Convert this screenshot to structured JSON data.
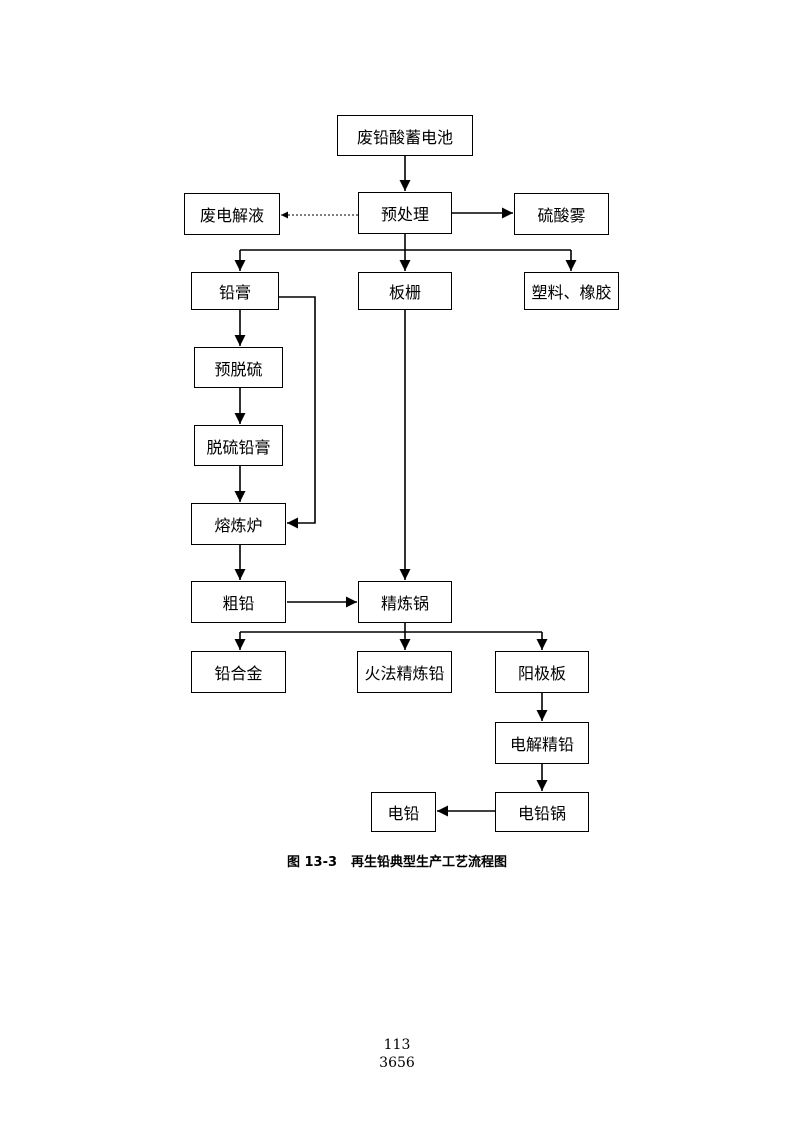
{
  "nodes": {
    "waste_battery": "废铅酸蓄电池",
    "pretreatment": "预处理",
    "waste_electrolyte": "废电解液",
    "sulfuric_mist": "硫酸雾",
    "lead_paste": "铅膏",
    "grid": "板栅",
    "plastic_rubber": "塑料、橡胶",
    "pre_desulfurization": "预脱硫",
    "desulfurized_paste": "脱硫铅膏",
    "smelting_furnace": "熔炼炉",
    "crude_lead": "粗铅",
    "refining_pot": "精炼锅",
    "lead_alloy": "铅合金",
    "fire_refined_lead": "火法精炼铅",
    "anode_plate": "阳极板",
    "electrolytic_lead": "电解精铅",
    "electrolytic_pot": "电铅锅",
    "electro_lead": "电铅"
  },
  "caption": {
    "number": "图 13-3",
    "title": "再生铅典型生产工艺流程图"
  },
  "page_numbers": {
    "primary": "113",
    "secondary": "3656"
  }
}
